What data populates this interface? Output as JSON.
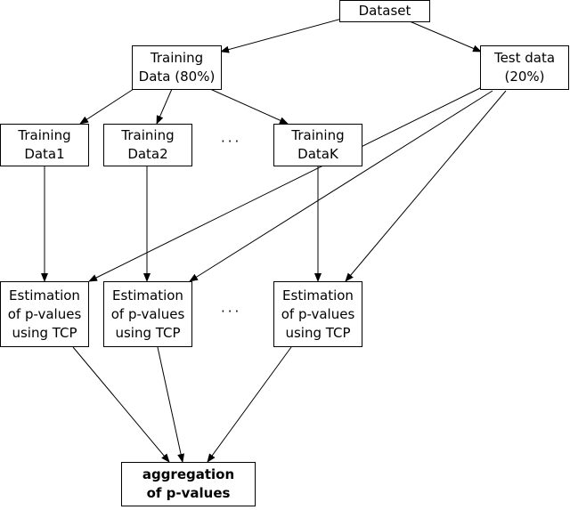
{
  "nodes": {
    "dataset": [
      "Dataset"
    ],
    "training_data": [
      "Training",
      "Data (80%)"
    ],
    "test_data": [
      "Test data",
      "(20%)"
    ],
    "training_data1": [
      "Training",
      "Data1"
    ],
    "training_data2": [
      "Training",
      "Data2"
    ],
    "training_datak": [
      "Training",
      "DataK"
    ],
    "estimation1": [
      "Estimation",
      "of p-values",
      "using TCP"
    ],
    "estimation2": [
      "Estimation",
      "of p-values",
      "using TCP"
    ],
    "estimationk": [
      "Estimation",
      "of p-values",
      "using TCP"
    ],
    "aggregation": [
      "aggregation",
      "of p-values"
    ]
  },
  "ellipsis": "···"
}
